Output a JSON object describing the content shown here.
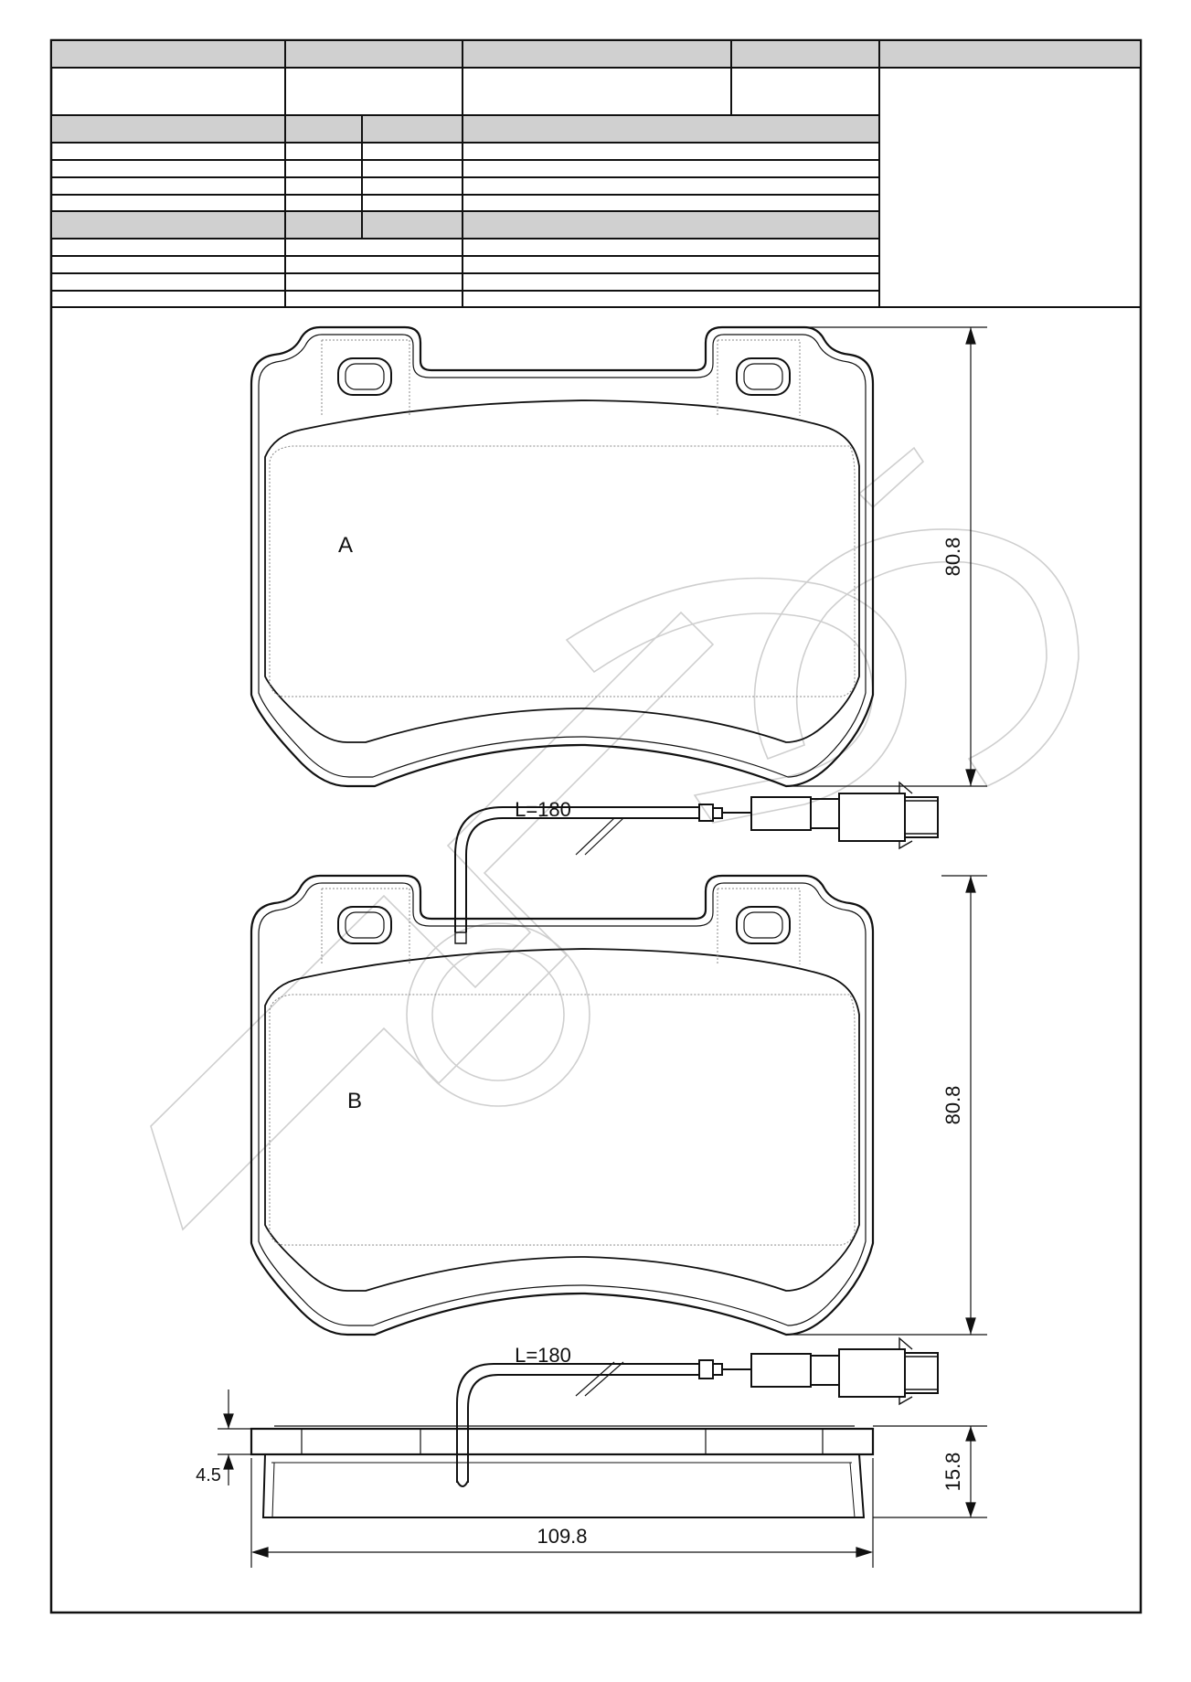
{
  "pads": [
    {
      "label": "A",
      "height_dim": "80.8",
      "wire_length": "L=180"
    },
    {
      "label": "B",
      "height_dim": "80.8",
      "wire_length": "L=180"
    }
  ],
  "side_view": {
    "width_dim": "109.8",
    "thickness_dim": "15.8",
    "backplate_dim": "4.5"
  },
  "colors": {
    "line": "#111111",
    "header_fill": "#d0d0d0",
    "watermark": "#cfcfcf",
    "hidden_line": "#888888"
  }
}
